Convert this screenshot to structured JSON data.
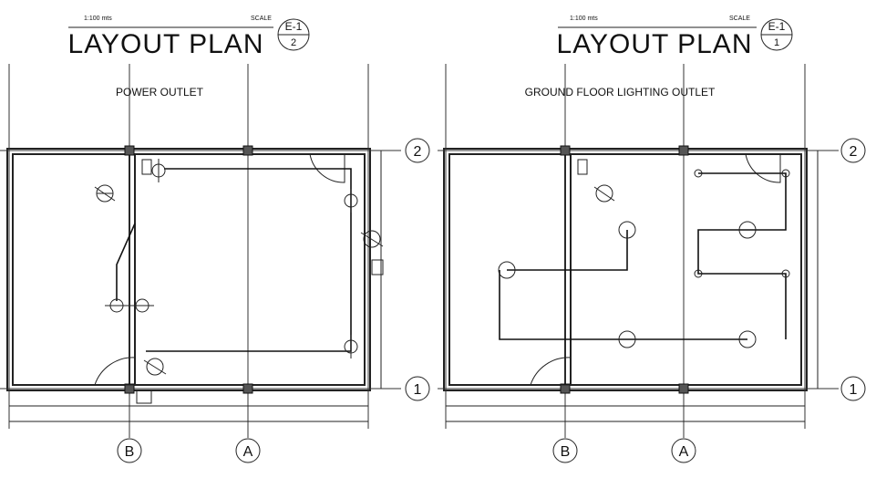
{
  "drawings": [
    {
      "title": "LAYOUT PLAN",
      "subtitle": "POWER OUTLET",
      "sheet": "E-1",
      "number": "2",
      "scale_label": "SCALE",
      "scale_value": "1:100 mts",
      "grid_a": "A",
      "grid_b": "B",
      "grid_1": "1",
      "grid_2": "2"
    },
    {
      "title": "LAYOUT PLAN",
      "subtitle": "GROUND FLOOR LIGHTING OUTLET",
      "sheet": "E-1",
      "number": "1",
      "scale_label": "SCALE",
      "scale_value": "1:100 mts",
      "grid_a": "A",
      "grid_b": "B",
      "grid_1": "1",
      "grid_2": "2"
    }
  ],
  "colors": {
    "line": "#222222",
    "wall_fill": "#bdbdbd",
    "background": "#ffffff"
  }
}
